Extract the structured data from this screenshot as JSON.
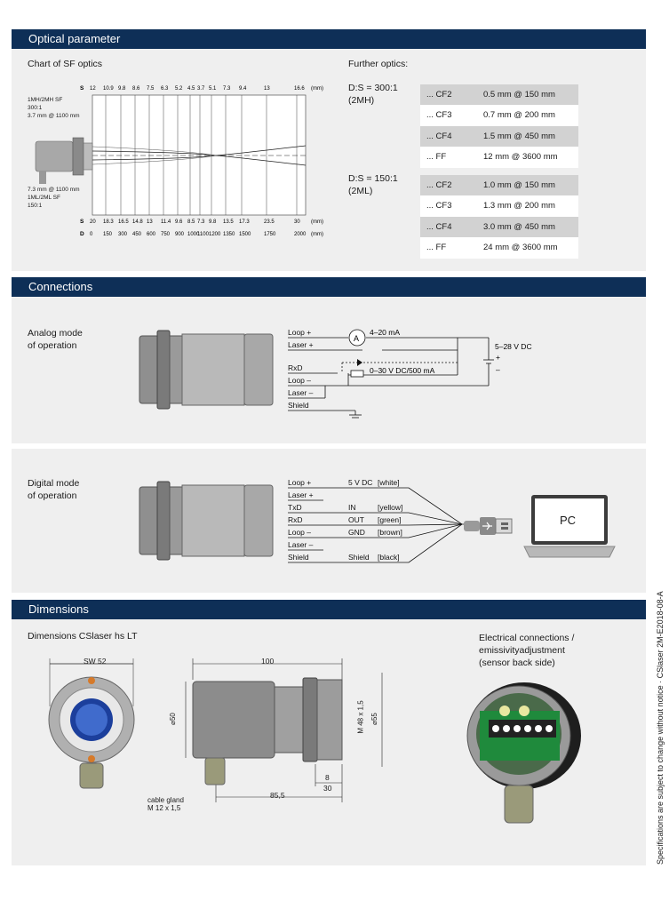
{
  "sections": {
    "optical": "Optical parameter",
    "connections": "Connections",
    "dimensions": "Dimensions"
  },
  "optical": {
    "chart_title": "Chart of SF optics",
    "further_title": "Further optics:",
    "s_label": "S",
    "d_label": "D",
    "top_s": [
      "12",
      "10.9",
      "9.8",
      "8.6",
      "7.5",
      "6.3",
      "5.2",
      "4.5",
      "3.7",
      "5.1",
      "7.3",
      "9.4",
      "13",
      "16.6",
      "(mm)"
    ],
    "bottom_s": [
      "20",
      "18.3",
      "16.5",
      "14.8",
      "13",
      "11.4",
      "9.6",
      "8.5",
      "7.3",
      "9.8",
      "13.5",
      "17.3",
      "23.5",
      "30",
      "(mm)"
    ],
    "bottom_d": [
      "0",
      "150",
      "300",
      "450",
      "600",
      "750",
      "900",
      "1000",
      "1100",
      "1200",
      "1350",
      "1500",
      "1750",
      "2000",
      "(mm)"
    ],
    "label_2mh": [
      "1MH/2MH SF",
      "300:1",
      "3.7 mm @ 1100 mm"
    ],
    "label_2ml": [
      "7.3 mm @ 1100 mm",
      "1ML/2ML SF",
      "150:1"
    ],
    "ds300": [
      "D:S = 300:1",
      "(2MH)"
    ],
    "ds150": [
      "D:S = 150:1",
      "(2ML)"
    ],
    "table300": [
      [
        "... CF2",
        "0.5 mm @ 150 mm"
      ],
      [
        "... CF3",
        "0.7 mm @ 200 mm"
      ],
      [
        "... CF4",
        "1.5 mm @ 450 mm"
      ],
      [
        "... FF",
        "12 mm @ 3600 mm"
      ]
    ],
    "table150": [
      [
        "... CF2",
        "1.0 mm @ 150 mm"
      ],
      [
        "... CF3",
        "1.3 mm @ 200 mm"
      ],
      [
        "... CF4",
        "3.0 mm @ 450 mm"
      ],
      [
        "... FF",
        "24 mm @ 3600 mm"
      ]
    ]
  },
  "analog": {
    "title": [
      "Analog mode",
      "of operation"
    ],
    "wires": [
      "Loop +",
      "Laser +",
      "RxD",
      "Loop –",
      "Laser –",
      "Shield"
    ],
    "meter": "A",
    "current": "4–20 mA",
    "voltage_out": "0–30 V DC/500 mA",
    "supply": "5–28 V DC",
    "plus": "+",
    "minus": "–"
  },
  "digital": {
    "title": [
      "Digital mode",
      "of operation"
    ],
    "wires": [
      "Loop +",
      "Laser +",
      "TxD",
      "RxD",
      "Loop –",
      "Laser –",
      "Shield"
    ],
    "signals": [
      [
        "5 V DC",
        "[white]"
      ],
      [
        "IN",
        "[yellow]"
      ],
      [
        "OUT",
        "[green]"
      ],
      [
        "GND",
        "[brown]"
      ],
      [
        "Shield",
        "[black]"
      ]
    ],
    "pc": "PC"
  },
  "dimensions": {
    "title": "Dimensions CSlaser hs LT",
    "sw": "SW 52",
    "len100": "100",
    "d50": "⌀50",
    "d55": "⌀55",
    "m48": "M 48 x 1,5",
    "d8": "8",
    "d30": "30",
    "d855": "85,5",
    "gland": [
      "cable gland",
      "M 12 x 1,5"
    ],
    "elec_title": [
      "Electrical connections /",
      "emissivityadjustment",
      "(sensor back side)"
    ]
  },
  "footer": "Specifications are subject to change without notice  ·  CSlaser 2M-E2018-08-A"
}
